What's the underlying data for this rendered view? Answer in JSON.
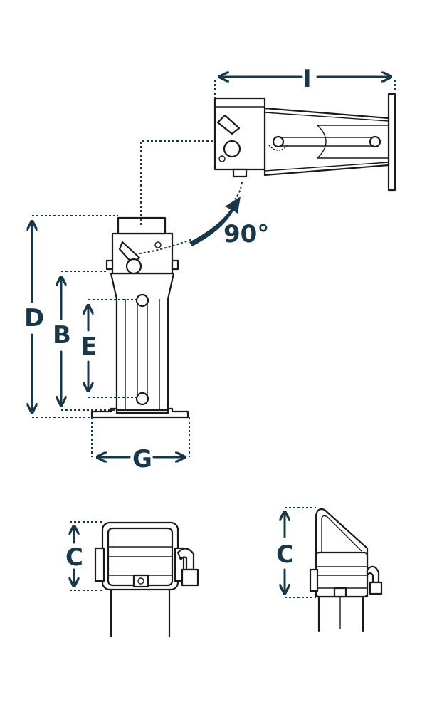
{
  "colors": {
    "dimension": "#17384a",
    "line": "#1a1a1a",
    "background": "#ffffff"
  },
  "labels": {
    "I": "I",
    "D": "D",
    "B": "B",
    "E": "E",
    "G": "G",
    "rotation": "90°",
    "C_left": "C",
    "C_right": "C"
  }
}
